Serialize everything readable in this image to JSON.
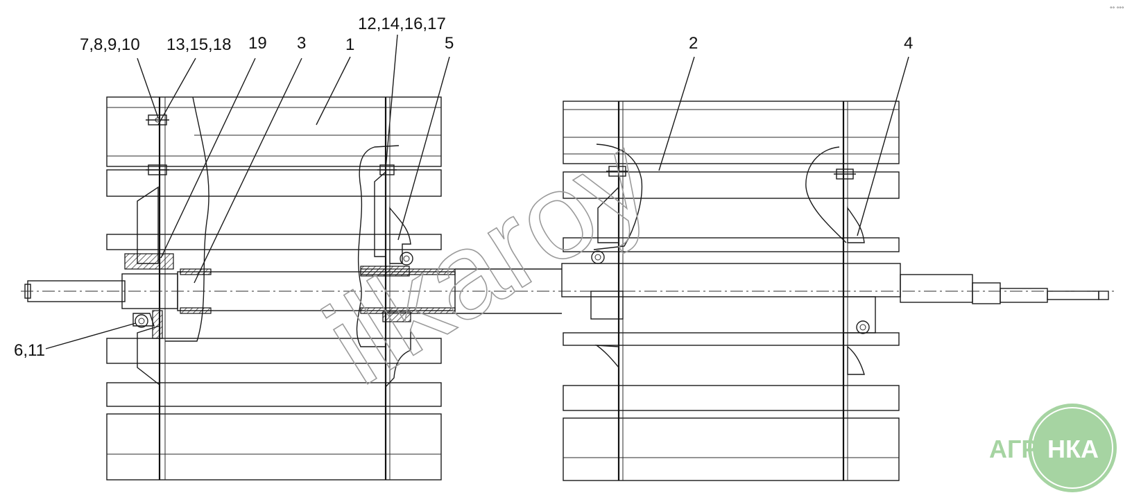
{
  "diagram": {
    "callouts": [
      {
        "id": "c-7-8-9-10",
        "text": "7,8,9,10"
      },
      {
        "id": "c-13-15-18",
        "text": "13,15,18"
      },
      {
        "id": "c-19",
        "text": "19"
      },
      {
        "id": "c-3",
        "text": "3"
      },
      {
        "id": "c-1",
        "text": "1"
      },
      {
        "id": "c-12-14-16-17",
        "text": "12,14,16,17"
      },
      {
        "id": "c-5",
        "text": "5"
      },
      {
        "id": "c-2",
        "text": "2"
      },
      {
        "id": "c-4",
        "text": "4"
      },
      {
        "id": "c-6-11",
        "text": "6,11"
      }
    ],
    "corner_mark": "°° °°°"
  },
  "watermark": {
    "text": "ilkaroy"
  },
  "brand": {
    "left": "АГРО",
    "right": "НКА",
    "circle_color": "#a6d4a2"
  }
}
